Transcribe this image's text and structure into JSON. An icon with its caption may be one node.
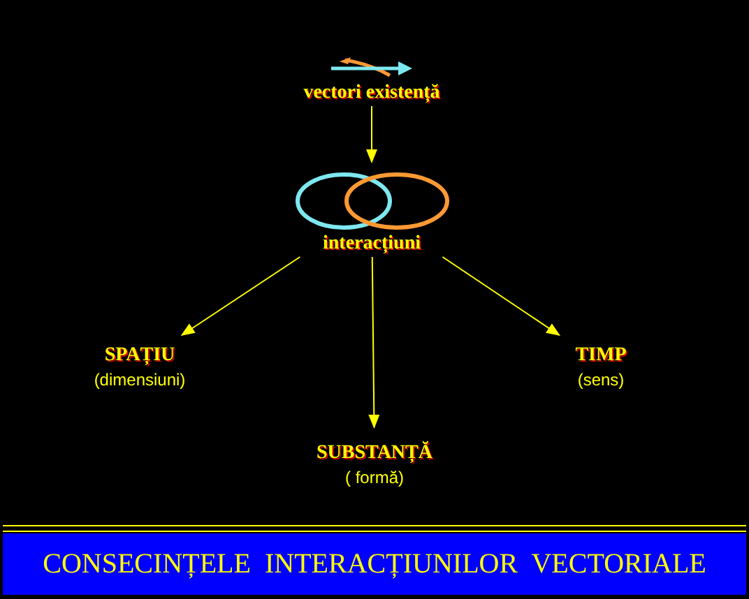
{
  "diagram": {
    "title": "CONSECINȚELE  INTERACȚIUNILOR  VECTORIALE",
    "nodes": [
      {
        "text": [
          "vectori existență"
        ]
      },
      {
        "text": [
          "interacțiuni"
        ]
      },
      {
        "text": [
          "SPAȚIU",
          "(dimensiuni)"
        ]
      },
      {
        "text": [
          "SUBSTANȚĂ",
          "( formă)"
        ]
      },
      {
        "text": [
          "TIMP",
          "(sens)"
        ]
      }
    ],
    "edges": [
      {
        "from": 0,
        "to": 1,
        "arrow": "to"
      },
      {
        "from": 1,
        "to": 2,
        "arrow": "to"
      },
      {
        "from": 1,
        "to": 3,
        "arrow": "to"
      },
      {
        "from": 1,
        "to": 4,
        "arrow": "to"
      }
    ]
  }
}
